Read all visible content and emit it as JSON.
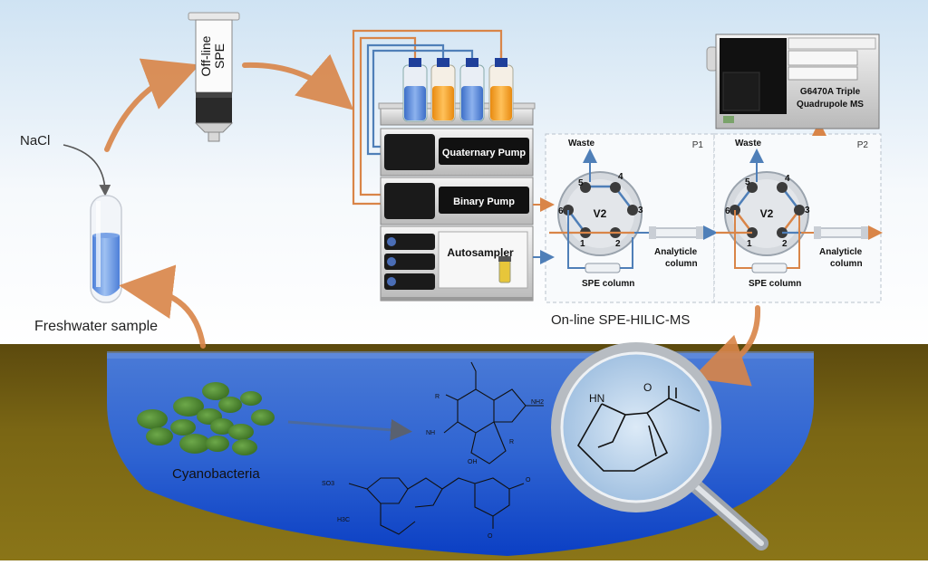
{
  "labels": {
    "nacl": "NaCl",
    "freshwater_sample": "Freshwater sample",
    "offline_spe": "Off-line\nSPE",
    "cyanobacteria": "Cyanobacteria",
    "quaternary_pump": "Quaternary Pump",
    "binary_pump": "Binary Pump",
    "autosampler": "Autosampler",
    "waste": "Waste",
    "p1": "P1",
    "p2": "P2",
    "valve": "V2",
    "spe_column": "SPE column",
    "analytical_column": "Analyticle column",
    "online_title": "On-line SPE-HILIC-MS",
    "ms_name": "G6470A Triple Quadrupole MS",
    "nh": "HN",
    "o": "O"
  },
  "valve_ports": [
    "1",
    "2",
    "3",
    "4",
    "5",
    "6"
  ],
  "colors": {
    "sky_top": "#cfe3f3",
    "soil": "#6e5a10",
    "water_top": "#3c6fd0",
    "water_bottom": "#0f46c8",
    "arrow_orange": "#d98548",
    "line_blue": "#4f7fb8",
    "cell_green": "#4e8a32",
    "bottle_blue": "#5a88d6",
    "bottle_orange": "#f5a020"
  }
}
